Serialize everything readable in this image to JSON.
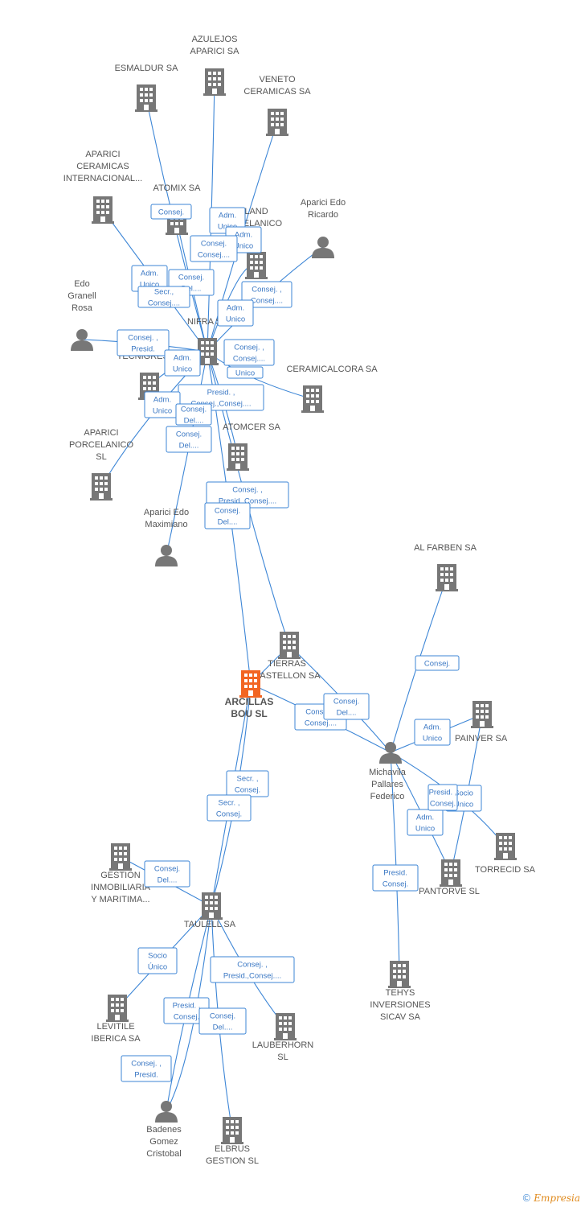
{
  "colors": {
    "edge": "#3d86d6",
    "node": "#777777",
    "focus": "#f26522",
    "label": "#555555"
  },
  "nodes": [
    {
      "id": "azulejos",
      "type": "company",
      "lines": [
        "AZULEJOS",
        "APARICI SA"
      ]
    },
    {
      "id": "esmaldur",
      "type": "company",
      "lines": [
        "ESMALDUR SA"
      ]
    },
    {
      "id": "veneto",
      "type": "company",
      "lines": [
        "VENETO",
        "CERAMICAS SA"
      ]
    },
    {
      "id": "aparici_ci",
      "type": "company",
      "lines": [
        "APARICI",
        "CERAMICAS",
        "INTERNACIONAL..."
      ]
    },
    {
      "id": "atomix",
      "type": "company",
      "lines": [
        "ATOMIX SA"
      ]
    },
    {
      "id": "land",
      "type": "company",
      "lines": [
        "LAND",
        "RCELANICO",
        "SL"
      ]
    },
    {
      "id": "aparici_edo_ricardo",
      "type": "person",
      "lines": [
        "Aparici Edo",
        "Ricardo"
      ]
    },
    {
      "id": "edo_granell",
      "type": "person",
      "lines": [
        "Edo",
        "Granell",
        "Rosa"
      ]
    },
    {
      "id": "nifra",
      "type": "company",
      "lines": [
        "NIFRA SA"
      ]
    },
    {
      "id": "tecnigres",
      "type": "company",
      "lines": [
        "TECNIGRES SL"
      ]
    },
    {
      "id": "ceramicalcora",
      "type": "company",
      "lines": [
        "CERAMICALCORA SA"
      ]
    },
    {
      "id": "aparici_porcelanico",
      "type": "company",
      "lines": [
        "APARICI",
        "PORCELANICO",
        "SL"
      ]
    },
    {
      "id": "atomcer",
      "type": "company",
      "lines": [
        "ATOMCER SA"
      ]
    },
    {
      "id": "aparici_edo_maximiano",
      "type": "person",
      "lines": [
        "Aparici Edo",
        "Maximiano"
      ]
    },
    {
      "id": "al_farben",
      "type": "company",
      "lines": [
        "AL FARBEN SA"
      ]
    },
    {
      "id": "tierras",
      "type": "company",
      "lines": [
        "TIERRAS",
        "CASTELLON SA"
      ]
    },
    {
      "id": "arcillas",
      "type": "focus",
      "lines": [
        "ARCILLAS",
        "BOU SL"
      ]
    },
    {
      "id": "painver",
      "type": "company",
      "lines": [
        "PAINVER SA"
      ]
    },
    {
      "id": "michavila",
      "type": "person",
      "lines": [
        "Michavila",
        "Pallares",
        "Federico"
      ]
    },
    {
      "id": "gestion",
      "type": "company",
      "lines": [
        "GESTION",
        "INMOBILIARIA",
        "Y MARITIMA..."
      ]
    },
    {
      "id": "torrecid",
      "type": "company",
      "lines": [
        "TORRECID SA"
      ]
    },
    {
      "id": "pantorve",
      "type": "company",
      "lines": [
        "PANTORVE SL"
      ]
    },
    {
      "id": "taulell",
      "type": "company",
      "lines": [
        "TAULELL SA"
      ]
    },
    {
      "id": "levitile",
      "type": "company",
      "lines": [
        "LEVITILE",
        "IBERICA SA"
      ]
    },
    {
      "id": "lauberhorn",
      "type": "company",
      "lines": [
        "LAUBERHORN",
        "SL"
      ]
    },
    {
      "id": "tehys",
      "type": "company",
      "lines": [
        "TEHYS",
        "INVERSIONES",
        "SICAV SA"
      ]
    },
    {
      "id": "badenes",
      "type": "person",
      "lines": [
        "Badenes",
        "Gomez",
        "Cristobal"
      ]
    },
    {
      "id": "elbrus",
      "type": "company",
      "lines": [
        "ELBRUS",
        "GESTION SL"
      ]
    }
  ],
  "edge_labels": [
    [
      "Consej."
    ],
    [
      "Adm.",
      "Unico"
    ],
    [
      "Adm.",
      "Unico"
    ],
    [
      "Consej.",
      "Consej...."
    ],
    [
      "Consej.",
      "Del...."
    ],
    [
      "Adm.",
      "Unico"
    ],
    [
      "Secr.,",
      "Consej...."
    ],
    [
      "Consej. ,",
      "Consej...."
    ],
    [
      "Adm.",
      "Unico"
    ],
    [
      "Consej. ,",
      "Presid."
    ],
    [
      "Adm.",
      "Unico"
    ],
    [
      "Consej. ,",
      "Consej...."
    ],
    [
      "Unico"
    ],
    [
      "Presid. ,",
      "Consej.,Consej...."
    ],
    [
      "Adm.",
      "Unico"
    ],
    [
      "Consej.",
      "Del...."
    ],
    [
      "Consej.",
      "Del...."
    ],
    [
      "Consej. ,",
      "Presid.,Consej...."
    ],
    [
      "Consej.",
      "Del...."
    ],
    [
      "Consej."
    ],
    [
      "Consej.",
      "Del...."
    ],
    [
      "Consej. ,",
      "Consej...."
    ],
    [
      "Adm.",
      "Unico"
    ],
    [
      "Presid.",
      "Consej."
    ],
    [
      "Socio",
      "Único"
    ],
    [
      "Adm.",
      "Unico"
    ],
    [
      "Secr. ,",
      "Consej."
    ],
    [
      "Secr. ,",
      "Consej."
    ],
    [
      "Consej.",
      "Del...."
    ],
    [
      "Presid. ,",
      "Consej."
    ],
    [
      "Socio",
      "Único"
    ],
    [
      "Consej. ,",
      "Presid.,Consej...."
    ],
    [
      "Presid. ,",
      "Consej."
    ],
    [
      "Consej.",
      "Del...."
    ],
    [
      "Consej. ,",
      "Presid."
    ]
  ],
  "footer": {
    "copyright": "©",
    "brand": "Empresia"
  }
}
